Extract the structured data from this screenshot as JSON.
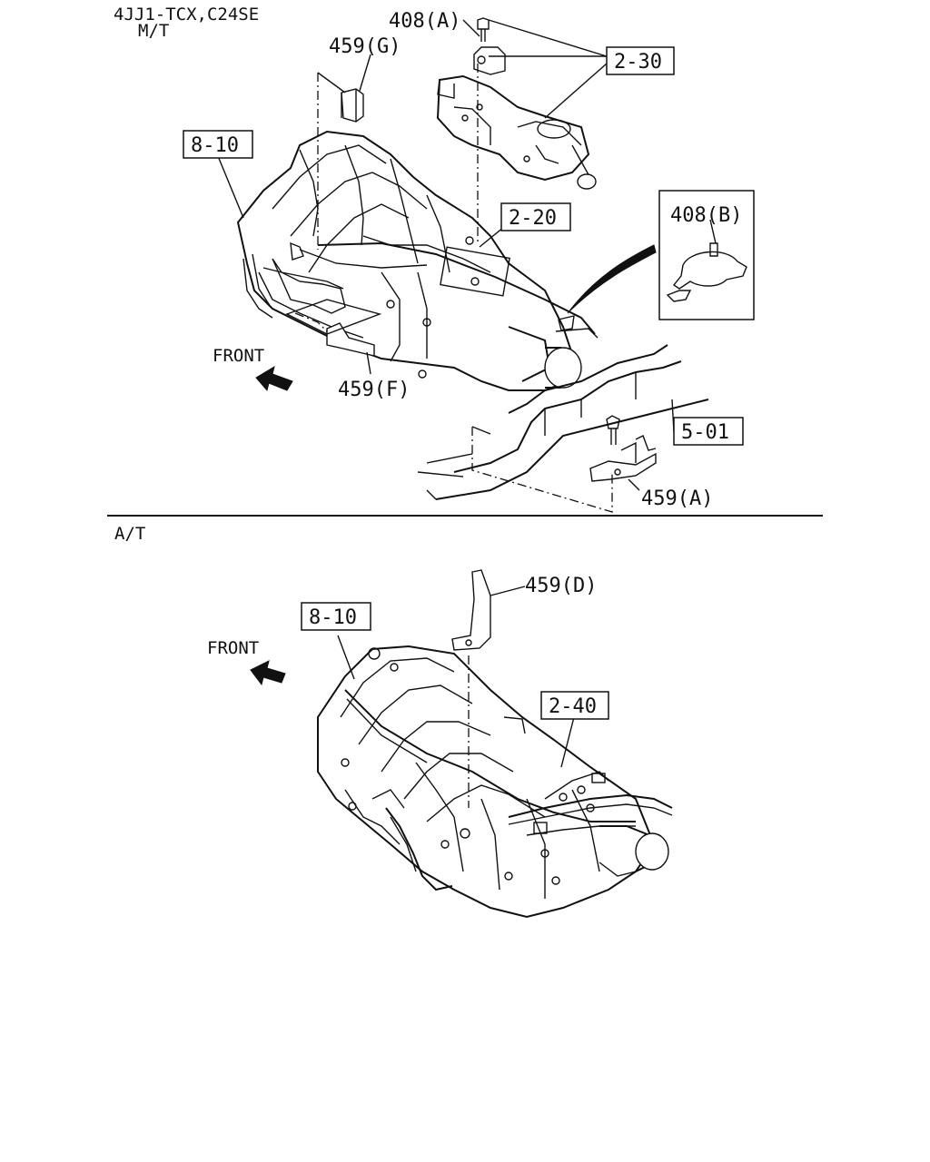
{
  "sections": {
    "mt": {
      "header_line1": "4JJ1-TCX,C24SE",
      "header_line2": "M/T",
      "front_label": "FRONT",
      "refs": {
        "ref_8_10": "8-10",
        "ref_2_30": "2-30",
        "ref_2_20": "2-20",
        "ref_5_01": "5-01"
      },
      "parts": {
        "p_408a": "408(A)",
        "p_459g": "459(G)",
        "p_408b": "408(B)",
        "p_459f": "459(F)",
        "p_459a": "459(A)"
      }
    },
    "at": {
      "header": "A/T",
      "front_label": "FRONT",
      "refs": {
        "ref_8_10": "8-10",
        "ref_2_40": "2-40"
      },
      "parts": {
        "p_459d": "459(D)"
      }
    }
  }
}
